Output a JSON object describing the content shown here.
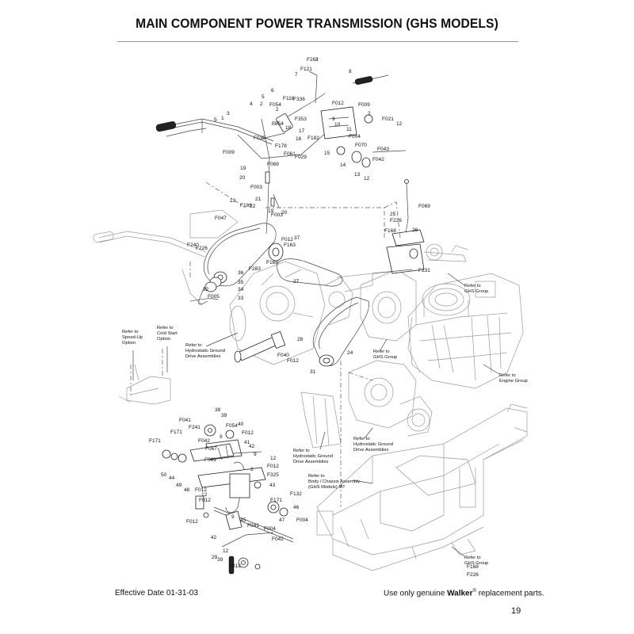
{
  "page": {
    "title": "MAIN COMPONENT POWER TRANSMISSION (GHS MODELS)",
    "effective_date": "Effective Date 01-31-03",
    "footer_prefix": "Use only genuine",
    "brand": "Walker",
    "brand_mark": "®",
    "footer_suffix": "replacement parts.",
    "page_number": "19"
  },
  "references": {
    "speed_up": [
      "Refer to",
      "Speed-Up",
      "Option"
    ],
    "cold_start": [
      "Refer to",
      "Cold Start",
      "Option"
    ],
    "hydro_upper": [
      "Refer to",
      "Hydrostatic Ground",
      "Drive Assemblies"
    ],
    "ghs_group_right": [
      "Refer to",
      "GHS Group"
    ],
    "ghs_group_mid": [
      "Refer to",
      "GHS Group"
    ],
    "engine_group": [
      "Refer to",
      "Engine Group"
    ],
    "hydro_lower_left": [
      "Refer to",
      "Hydrostatic Ground",
      "Drive Assemblies"
    ],
    "hydro_lower_right": [
      "Refer to",
      "Hydrostatic Ground",
      "Drive Assemblies"
    ],
    "body_chassis": [
      "Refer to",
      "Body / Chassis Assembly",
      "(GHS Models) MT"
    ],
    "ghs_group_bottom": [
      "Refer to",
      "GHS Group"
    ]
  },
  "part_labels": {
    "upper": [
      "F261",
      "2",
      "F121",
      "7",
      "8",
      "F336",
      "F116",
      "6",
      "5",
      "F054",
      "2",
      "4",
      "5",
      "3",
      "1",
      "2",
      "F353",
      "18",
      "F054",
      "17",
      "16",
      "F178",
      "F061",
      "F029",
      "F012",
      "F009",
      "9",
      "10",
      "2",
      "11",
      "F021",
      "12",
      "F182",
      "F004",
      "F070",
      "F043",
      "15",
      "14",
      "13",
      "F042",
      "12",
      "F035",
      "F009",
      "F069",
      "19",
      "20",
      "F003",
      "21",
      "F186",
      "22",
      "19",
      "F003",
      "20",
      "23",
      "F047",
      "37",
      "F012",
      "F163",
      "F240",
      "F226",
      "F168",
      "F283",
      "36",
      "35",
      "34",
      "33",
      "32",
      "F005",
      "F069",
      "25",
      "F226",
      "F168",
      "26",
      "F131",
      "27",
      "28",
      "24",
      "F040",
      "F012",
      "31",
      "30",
      "29"
    ],
    "lower": [
      "38",
      "39",
      "F041",
      "40",
      "F241",
      "F054",
      "F012",
      "9",
      "F171",
      "F042",
      "41",
      "42",
      "F171",
      "F067",
      "9",
      "12",
      "50",
      "44",
      "F061",
      "2",
      "F012",
      "49",
      "F325",
      "48",
      "F012",
      "12",
      "43",
      "F012",
      "F171",
      "F132",
      "46",
      "F012",
      "9",
      "45",
      "F004",
      "47",
      "F004",
      "F041",
      "F042",
      "42",
      "12",
      "39",
      "29",
      "F012"
    ],
    "bottom_right": [
      "F168",
      "F226"
    ]
  }
}
